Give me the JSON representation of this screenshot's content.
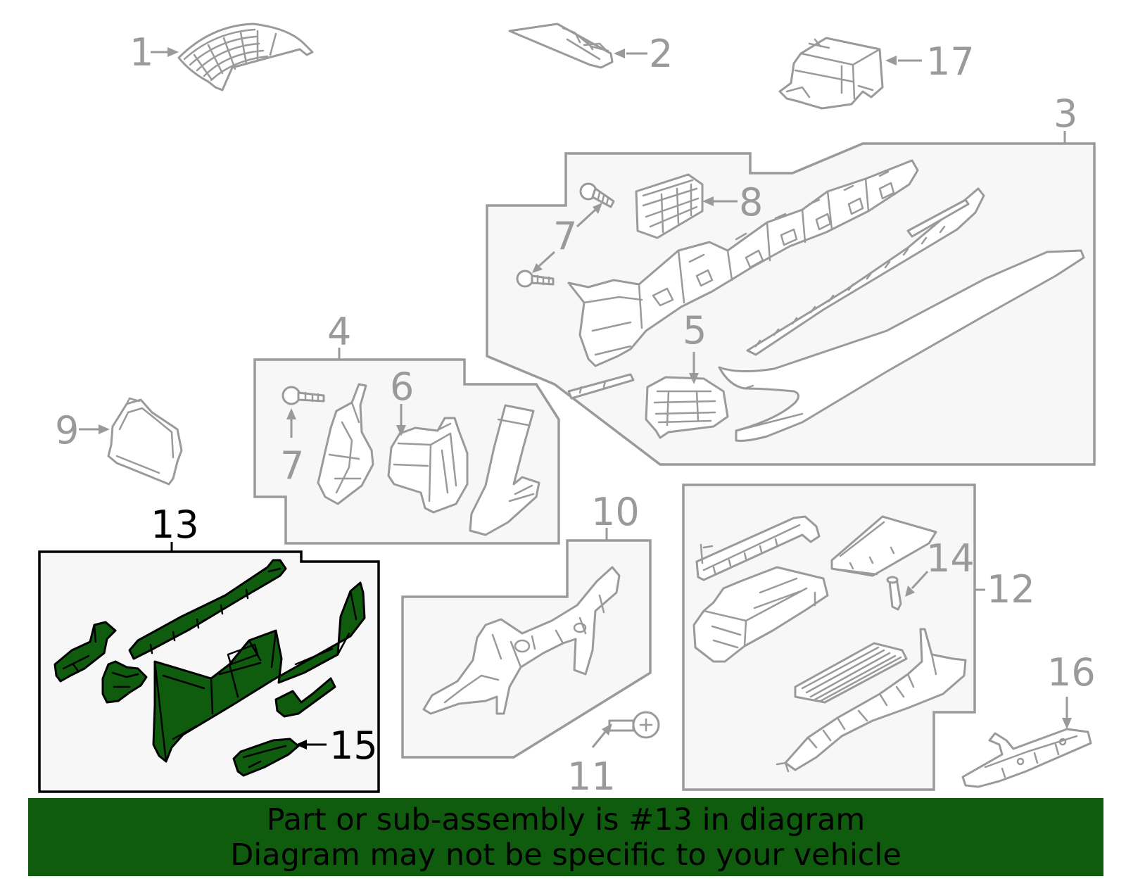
{
  "callouts": {
    "c1": "1",
    "c2": "2",
    "c3": "3",
    "c4": "4",
    "c5": "5",
    "c6": "6",
    "c7a": "7",
    "c7b": "7",
    "c8": "8",
    "c9": "9",
    "c10": "10",
    "c11": "11",
    "c12": "12",
    "c13": "13",
    "c14": "14",
    "c15": "15",
    "c16": "16",
    "c17": "17"
  },
  "highlighted_part": "13",
  "colors": {
    "highlight_fill": "#0f5c0f",
    "line_grey": "#9a9a9a",
    "panel_fill": "#f7f7f7"
  },
  "banner": {
    "line1": "Part or sub-assembly is #13 in diagram",
    "line2": "Diagram may not be specific to your vehicle"
  }
}
